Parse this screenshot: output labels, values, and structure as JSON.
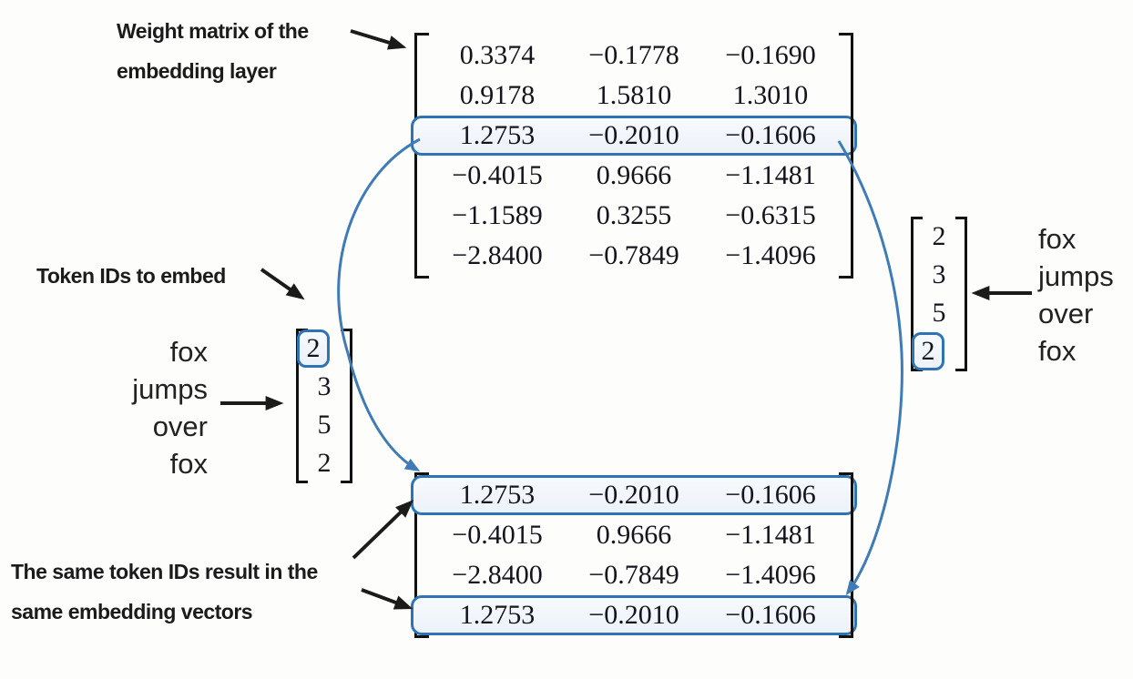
{
  "title_labels": {
    "weight_matrix": [
      "Weight matrix of the",
      "embedding layer"
    ],
    "token_ids": "Token IDs to embed",
    "same_tokens": [
      "The same token IDs result in the",
      "same embedding vectors"
    ]
  },
  "weight_matrix": {
    "rows": [
      [
        "0.3374",
        "−0.1778",
        "−0.1690"
      ],
      [
        "0.9178",
        "1.5810",
        "1.3010"
      ],
      [
        "1.2753",
        "−0.2010",
        "−0.1606"
      ],
      [
        "−0.4015",
        "0.9666",
        "−1.1481"
      ],
      [
        "−1.1589",
        "0.3255",
        "−0.6315"
      ],
      [
        "−2.8400",
        "−0.7849",
        "−1.4096"
      ]
    ],
    "highlighted_row": 2
  },
  "output_matrix": {
    "rows": [
      [
        "1.2753",
        "−0.2010",
        "−0.1606"
      ],
      [
        "−0.4015",
        "0.9666",
        "−1.1481"
      ],
      [
        "−2.8400",
        "−0.7849",
        "−1.4096"
      ],
      [
        "1.2753",
        "−0.2010",
        "−0.1606"
      ]
    ],
    "highlighted_rows": [
      0,
      3
    ]
  },
  "token_ids_left": {
    "values": [
      "2",
      "3",
      "5",
      "2"
    ],
    "highlighted_index": 0
  },
  "token_ids_right": {
    "values": [
      "2",
      "3",
      "5",
      "2"
    ],
    "highlighted_index": 3
  },
  "words_left": [
    "fox",
    "jumps",
    "over",
    "fox"
  ],
  "words_right": [
    "fox",
    "jumps",
    "over",
    "fox"
  ],
  "icons": {
    "black_arrow": "straight-arrow",
    "blue_curve": "curved-arrow"
  },
  "colors": {
    "highlight_border": "#2e74b5",
    "highlight_fill": "#edf2f9",
    "curve_arrow": "#3f7cb6",
    "ink": "#1b1b1b"
  }
}
